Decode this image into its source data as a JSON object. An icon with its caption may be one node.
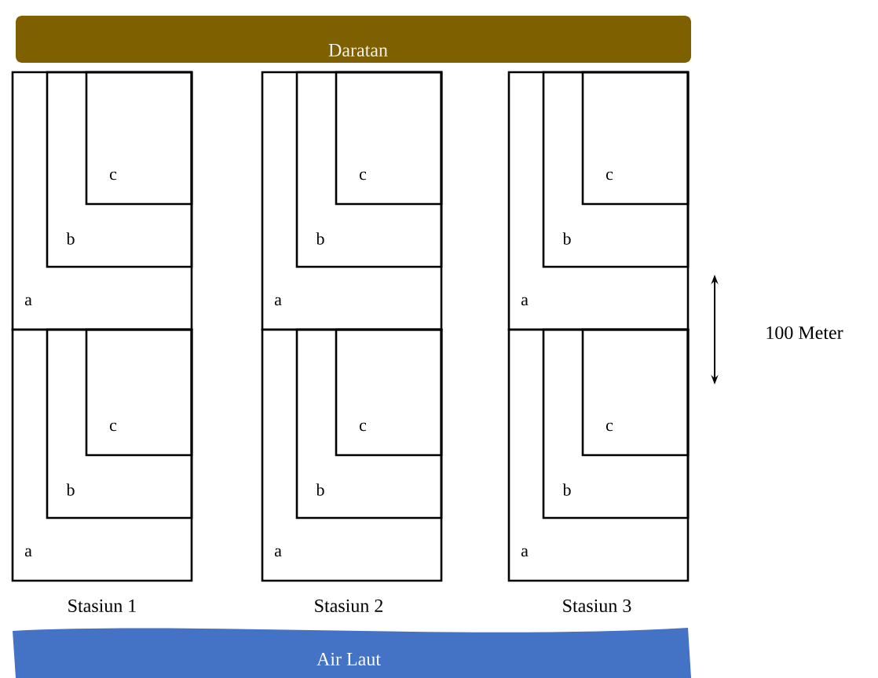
{
  "diagram": {
    "nodes": [
      {
        "text": [
          "Daratan"
        ]
      },
      {
        "text": [
          "a"
        ]
      },
      {
        "text": [
          "b"
        ],
        "in": 1
      },
      {
        "text": [
          "c"
        ],
        "in": 2
      },
      {
        "text": [
          "a"
        ]
      },
      {
        "text": [
          "b"
        ],
        "in": 4
      },
      {
        "text": [
          "c"
        ],
        "in": 5
      },
      {
        "text": [
          "a"
        ]
      },
      {
        "text": [
          "b"
        ],
        "in": 7
      },
      {
        "text": [
          "c"
        ],
        "in": 8
      },
      {
        "text": [
          "a"
        ]
      },
      {
        "text": [
          "b"
        ],
        "in": 10
      },
      {
        "text": [
          "c"
        ],
        "in": 11
      },
      {
        "text": [
          "a"
        ]
      },
      {
        "text": [
          "b"
        ],
        "in": 13
      },
      {
        "text": [
          "c"
        ],
        "in": 14
      },
      {
        "text": [
          "a"
        ]
      },
      {
        "text": [
          "b"
        ],
        "in": 16
      },
      {
        "text": [
          "c"
        ],
        "in": 17
      },
      {
        "text": [
          "Air Laut"
        ]
      }
    ],
    "labels": [
      "100 Meter",
      "Stasiun 1",
      "Stasiun 2",
      "Stasiun 3"
    ]
  }
}
